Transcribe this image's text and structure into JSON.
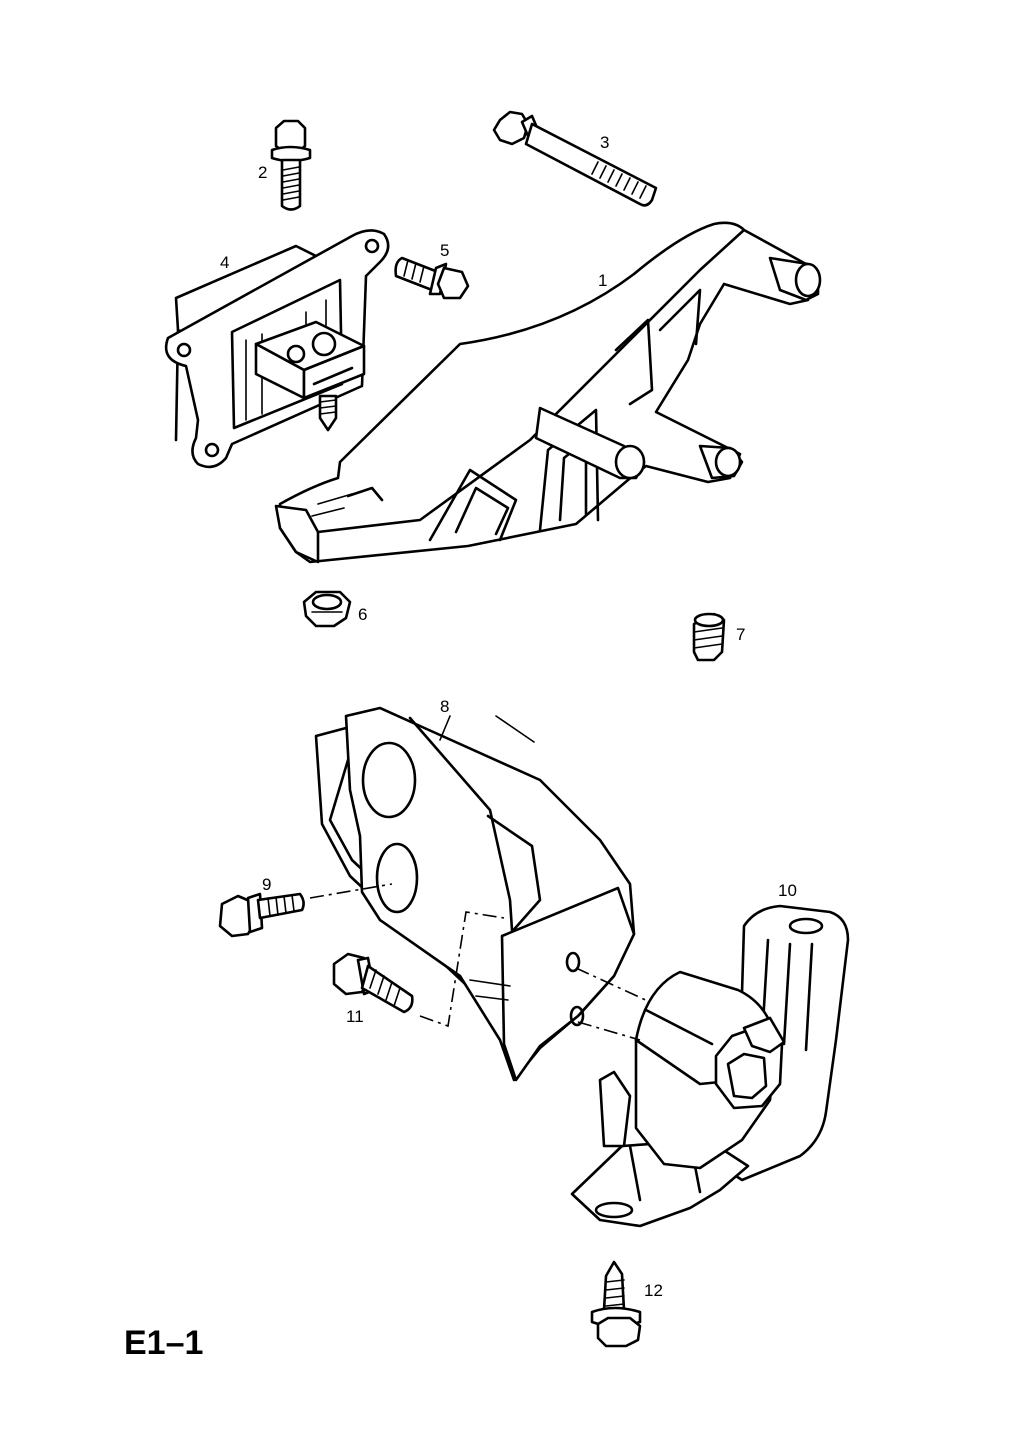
{
  "diagram_code": "E1–1",
  "callouts": {
    "c1": "1",
    "c2": "2",
    "c3": "3",
    "c4": "4",
    "c5": "5",
    "c6": "6",
    "c7": "7",
    "c8": "8",
    "c9": "9",
    "c10": "10",
    "c11": "11",
    "c12": "12"
  }
}
